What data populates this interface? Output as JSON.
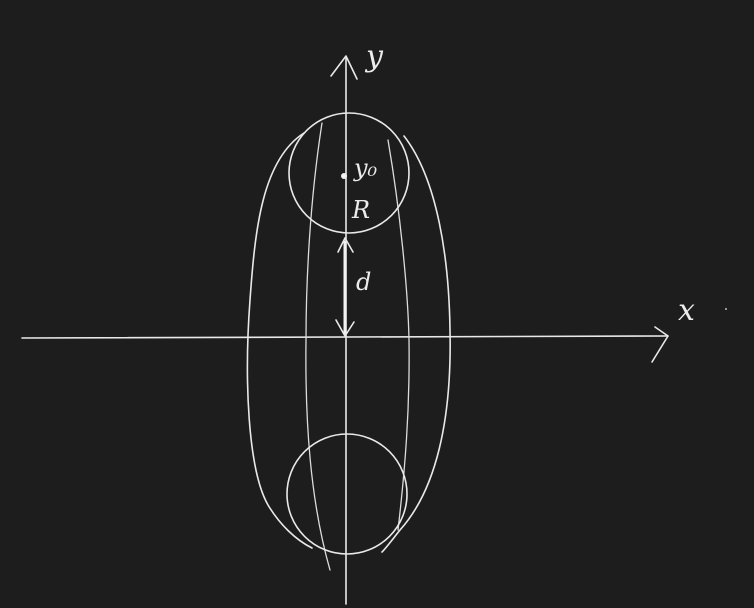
{
  "labels": {
    "y_axis": "y",
    "x_axis": "x",
    "center": "y₀",
    "radius": "R",
    "distance": "d"
  },
  "colors": {
    "background": "#1e1d1d",
    "ink": "#e9e9e9"
  }
}
